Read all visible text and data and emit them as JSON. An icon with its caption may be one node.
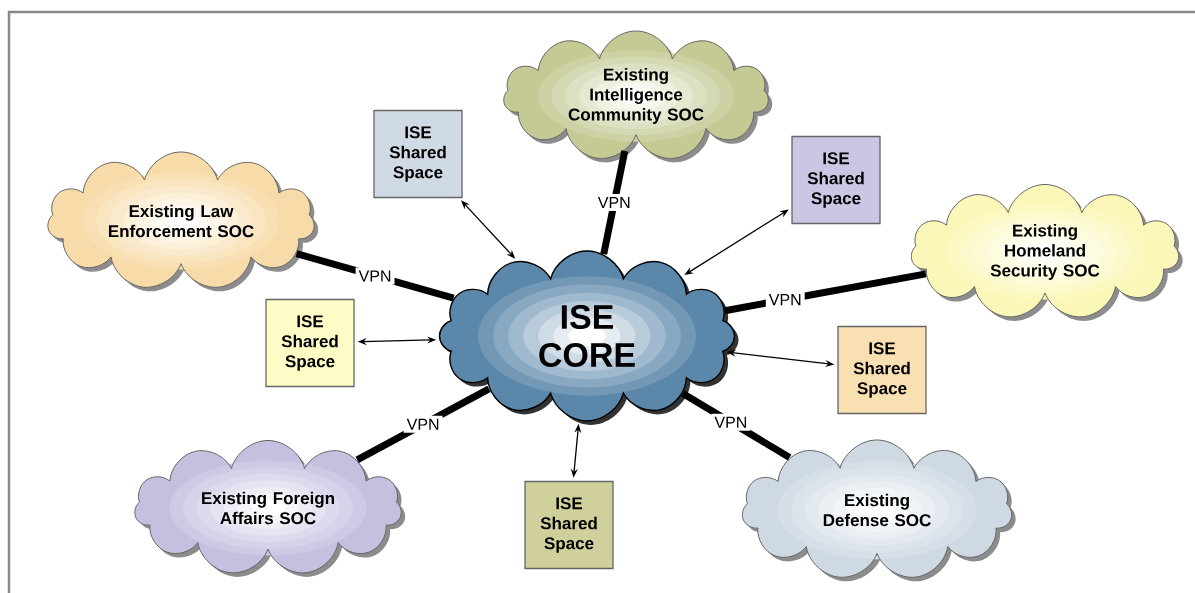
{
  "diagram": {
    "nodes": [
      {
        "text": [
          "Existing Intelligence Community SOC"
        ]
      },
      {
        "text": [
          "ISE Shared Space"
        ]
      },
      {
        "text": [
          "ISE Shared Space"
        ]
      },
      {
        "text": [
          "Existing Law Enforcement SOC"
        ]
      },
      {
        "text": [
          "Existing Homeland Security SOC"
        ]
      },
      {
        "text": [
          "ISE CORE"
        ]
      },
      {
        "text": [
          "ISE Shared Space"
        ]
      },
      {
        "text": [
          "ISE Shared Space"
        ]
      },
      {
        "text": [
          "Existing Foreign Affairs SOC"
        ]
      },
      {
        "text": [
          "Existing Defense SOC"
        ]
      },
      {
        "text": [
          "ISE Shared Space"
        ]
      }
    ],
    "edges": [
      {
        "from": 5,
        "to": 0,
        "arrow": "none",
        "label": "VPN",
        "style": "thick"
      },
      {
        "from": 5,
        "to": 3,
        "arrow": "none",
        "label": "VPN",
        "style": "thick"
      },
      {
        "from": 5,
        "to": 4,
        "arrow": "none",
        "label": "VPN",
        "style": "thick"
      },
      {
        "from": 5,
        "to": 8,
        "arrow": "none",
        "label": "VPN",
        "style": "thick"
      },
      {
        "from": 5,
        "to": 9,
        "arrow": "none",
        "label": "VPN",
        "style": "thick"
      },
      {
        "from": 5,
        "to": 1,
        "arrow": "both"
      },
      {
        "from": 5,
        "to": 2,
        "arrow": "both"
      },
      {
        "from": 5,
        "to": 6,
        "arrow": "both"
      },
      {
        "from": 5,
        "to": 7,
        "arrow": "both"
      },
      {
        "from": 5,
        "to": 10,
        "arrow": "both"
      }
    ]
  }
}
